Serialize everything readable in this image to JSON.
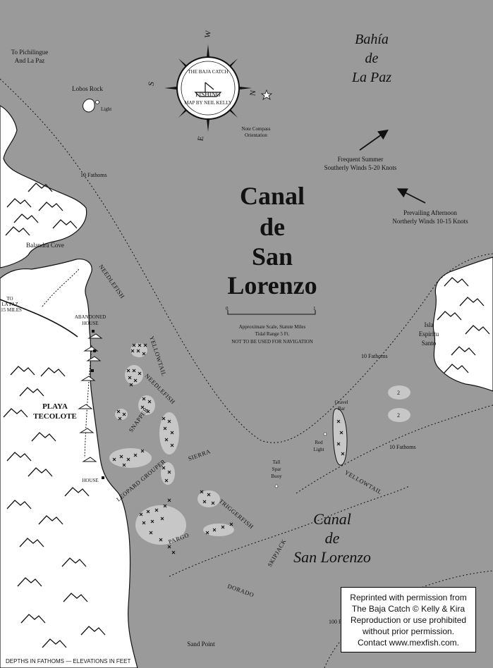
{
  "water": {
    "bay_name": [
      "Bahía",
      "de",
      "La Paz"
    ],
    "channel_main": [
      "Canal",
      "de",
      "San",
      "Lorenzo"
    ],
    "channel_lower": [
      "Canal",
      "de",
      "San Lorenzo"
    ]
  },
  "places": {
    "pichilingue": [
      "To Pichilingue",
      "And La Paz"
    ],
    "lobos_rock": "Lobos Rock",
    "light": "Light",
    "balandra": "Balandra Cove",
    "to_la_paz": [
      "TO",
      "LA PAZ",
      "15 MILES"
    ],
    "abandoned_house": [
      "ABANDONED",
      "HOUSE"
    ],
    "playa": [
      "PLAYA",
      "TECOLOTE"
    ],
    "house": "HOUSE",
    "sand_point": "Sand Point",
    "isla": [
      "Isla",
      "Espiritu",
      "Santo"
    ],
    "gravel_bar": [
      "Gravel",
      "Bar"
    ],
    "red_light": [
      "Red",
      "Light"
    ],
    "tall_spar": [
      "Tall",
      "Spar",
      "Buoy"
    ]
  },
  "compass": {
    "n": "N",
    "s": "S",
    "e": "E",
    "w": "W",
    "badge": [
      "THE BAJA CATCH",
      "FISHING",
      "MAP BY NEIL KELLY"
    ],
    "note": [
      "Note Compass",
      "Orientation"
    ]
  },
  "winds": {
    "summer": [
      "Frequent Summer",
      "Southerly Winds 5-20 Knots"
    ],
    "afternoon": [
      "Prevailing Afternoon",
      "Northerly Winds 10-15 Knots"
    ]
  },
  "scale": {
    "start": "0",
    "end": "1",
    "lines": [
      "Approximate Scale, Statute Miles",
      "Tidal Range 5 Ft.",
      "NOT TO BE USED FOR NAVIGATION"
    ]
  },
  "depths": {
    "ten_a": "10 Fathoms",
    "ten_b": "10 Fathoms",
    "ten_c": "10 Fathoms",
    "hundred": "100 F",
    "shoal_a": "2",
    "shoal_b": "2"
  },
  "species": {
    "needlefish_1": "NEEDLEFISH",
    "yellowtail_1": "YELLOWTAIL",
    "needlefish_2": "NEEDLEFISH",
    "snapper": "SNAPPER",
    "sierra": "SIERRA",
    "leopard": "LEOPARD GROUPER",
    "pargo": "PARGO",
    "triggerfish": "TRIGGERFISH",
    "yellowtail_2": "YELLOWTAIL",
    "skipjack": "SKIPJACK",
    "dorado": "DORADO"
  },
  "permission": [
    "Reprinted with permission from",
    "The Baja Catch © Kelly & Kira",
    "Reproduction or use prohibited",
    "without prior permission.",
    "Contact www.mexfish.com."
  ],
  "footer": "DEPTHS IN FATHOMS — ELEVATIONS IN FEET",
  "colors": {
    "water": "#9a9a9a",
    "land": "#ffffff",
    "shoal": "#c7c7c7",
    "ink": "#111111"
  },
  "icons": [
    "compass-rose-icon",
    "star-icon",
    "wind-arrow-icon",
    "mountain-icon",
    "palapa-icon"
  ]
}
